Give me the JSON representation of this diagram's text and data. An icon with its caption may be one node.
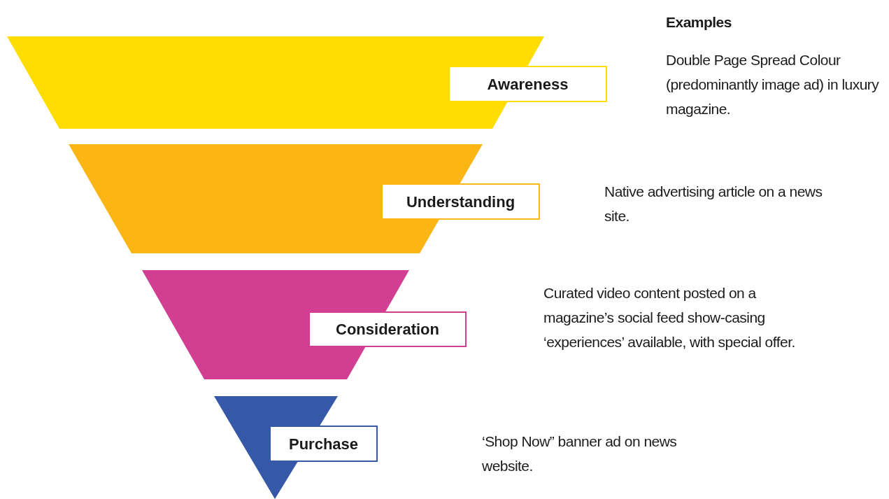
{
  "diagram": {
    "nodes": [
      {
        "text": [
          "Awareness"
        ]
      },
      {
        "text": [
          "Understanding"
        ]
      },
      {
        "text": [
          "Consideration"
        ]
      },
      {
        "text": [
          "Purchase"
        ]
      }
    ],
    "edges": [],
    "labels": [
      "Examples",
      "Double Page Spread Colour (predominantly image ad) in luxury magazine.",
      "Native advertising article on a news site.",
      "Curated video content posted on a magazine’s social feed show-casing ‘experiences’ available, with special offer.",
      "‘Shop Now” banner ad on news website."
    ]
  }
}
